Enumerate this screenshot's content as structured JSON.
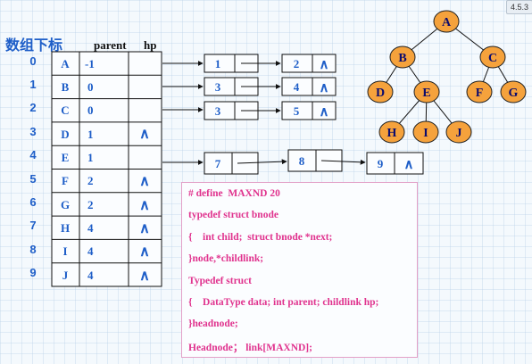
{
  "slide_number": "4.5.3",
  "heading": "数组下标",
  "columns": {
    "parent": "parent",
    "hp": "hp"
  },
  "null_symbol": "∧",
  "rows": [
    {
      "index": "0",
      "data": "A",
      "parent": "-1",
      "hp": "",
      "children": [
        "1",
        "2"
      ]
    },
    {
      "index": "1",
      "data": "B",
      "parent": "0",
      "hp": "",
      "children": [
        "3",
        "4"
      ]
    },
    {
      "index": "2",
      "data": "C",
      "parent": "0",
      "hp": "",
      "children": [
        "3",
        "5"
      ]
    },
    {
      "index": "3",
      "data": "D",
      "parent": "1",
      "hp": "∧",
      "children": []
    },
    {
      "index": "4",
      "data": "E",
      "parent": "1",
      "hp": "",
      "children": [
        "7",
        "8",
        "9"
      ]
    },
    {
      "index": "5",
      "data": "F",
      "parent": "2",
      "hp": "∧",
      "children": []
    },
    {
      "index": "6",
      "data": "G",
      "parent": "2",
      "hp": "∧",
      "children": []
    },
    {
      "index": "7",
      "data": "H",
      "parent": "4",
      "hp": "∧",
      "children": []
    },
    {
      "index": "8",
      "data": "I",
      "parent": "4",
      "hp": "∧",
      "children": []
    },
    {
      "index": "9",
      "data": "J",
      "parent": "4",
      "hp": "∧",
      "children": []
    }
  ],
  "tree": {
    "nodes": [
      "A",
      "B",
      "C",
      "D",
      "E",
      "F",
      "G",
      "H",
      "I",
      "J"
    ],
    "edges": [
      [
        "A",
        "B"
      ],
      [
        "A",
        "C"
      ],
      [
        "B",
        "D"
      ],
      [
        "B",
        "E"
      ],
      [
        "C",
        "F"
      ],
      [
        "C",
        "G"
      ],
      [
        "E",
        "H"
      ],
      [
        "E",
        "I"
      ],
      [
        "E",
        "J"
      ]
    ],
    "node_color": "#f5a23c"
  },
  "code": [
    "# define  MAXND 20",
    "typedef struct bnode",
    "{    int child;  struct bnode *next;",
    "}node,*childlink;",
    "Typedef struct",
    "{    DataType data; int parent; childlink hp;",
    "}headnode;",
    "Headnode； link[MAXND];"
  ],
  "colors": {
    "index": "#1e5ec8",
    "cell_text": "#1e5ec8",
    "code": "#e0338e",
    "code_accent": "#2fa74a",
    "code_border": "#e3a1c8"
  }
}
